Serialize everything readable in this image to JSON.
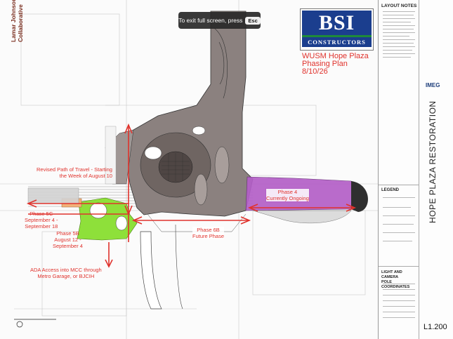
{
  "overlay": {
    "exit_text": "To exit full screen, press",
    "esc_key": "Esc"
  },
  "logo": {
    "name": "BSI",
    "subtitle": "CONSTRUCTORS"
  },
  "plan_title": {
    "line1": "WUSM Hope Plaza",
    "line2": "Phasing Plan",
    "line3": "8/10/26"
  },
  "annotations": {
    "path_line1": "Revised Path of Travel - Starting",
    "path_line2": "the Week of August 10",
    "phase4_line1": "Phase 4",
    "phase4_line2": "Currently Ongoing",
    "phase5c_line1": "Phase 5C",
    "phase5c_line2": "September 4 -",
    "phase5c_line3": "September 18",
    "phase5b_line1": "Phase 5B",
    "phase5b_line2": "August 12 -",
    "phase5b_line3": "September 4",
    "phase6b_line1": "Phase 6B",
    "phase6b_line2": "Future Phase",
    "ada_line1": "ADA Access into MCC through",
    "ada_line2": "Metro Garage, or BJCIH"
  },
  "title_block": {
    "layout_notes": "LAYOUT NOTES",
    "legend": "LEGEND",
    "pole_line1": "LIGHT AND CAMERA",
    "pole_line2": "POLE COORDINATES",
    "firm_line1": "Lamar Johnson",
    "firm_line2": "Collaborative",
    "engineer": "IMEG",
    "project": "HOPE PLAZA RESTORATION",
    "sheet": "L1.200"
  },
  "colors": {
    "annotation_red": "#e0322c",
    "phase4_purple": "#b45fc8",
    "phase5b_green": "#8ee03a",
    "phase5c_orange": "#f2b27a",
    "plaza_gray": "#8b817f",
    "bsi_blue": "#1b3e8e"
  }
}
